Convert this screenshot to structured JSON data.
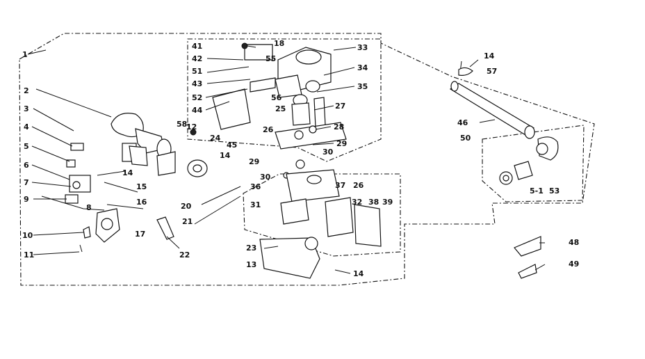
{
  "diagram": {
    "callouts": [
      {
        "id": "c1",
        "text": "1"
      },
      {
        "id": "c2",
        "text": "2"
      },
      {
        "id": "c3",
        "text": "3"
      },
      {
        "id": "c4",
        "text": "4"
      },
      {
        "id": "c5",
        "text": "5"
      },
      {
        "id": "c6",
        "text": "6"
      },
      {
        "id": "c7",
        "text": "7"
      },
      {
        "id": "c8",
        "text": "8"
      },
      {
        "id": "c9",
        "text": "9"
      },
      {
        "id": "c10",
        "text": "10"
      },
      {
        "id": "c11",
        "text": "11"
      },
      {
        "id": "c12",
        "text": "12"
      },
      {
        "id": "c13",
        "text": "13"
      },
      {
        "id": "c14a",
        "text": "14"
      },
      {
        "id": "c14b",
        "text": "14"
      },
      {
        "id": "c14c",
        "text": "14"
      },
      {
        "id": "c14d",
        "text": "14"
      },
      {
        "id": "c15",
        "text": "15"
      },
      {
        "id": "c16",
        "text": "16"
      },
      {
        "id": "c17",
        "text": "17"
      },
      {
        "id": "c18",
        "text": "18"
      },
      {
        "id": "c20",
        "text": "20"
      },
      {
        "id": "c21",
        "text": "21"
      },
      {
        "id": "c22",
        "text": "22"
      },
      {
        "id": "c23",
        "text": "23"
      },
      {
        "id": "c24",
        "text": "24"
      },
      {
        "id": "c25",
        "text": "25"
      },
      {
        "id": "c26a",
        "text": "26"
      },
      {
        "id": "c26b",
        "text": "26"
      },
      {
        "id": "c27",
        "text": "27"
      },
      {
        "id": "c28",
        "text": "28"
      },
      {
        "id": "c29a",
        "text": "29"
      },
      {
        "id": "c29b",
        "text": "29"
      },
      {
        "id": "c30a",
        "text": "30"
      },
      {
        "id": "c30b",
        "text": "30"
      },
      {
        "id": "c31",
        "text": "31"
      },
      {
        "id": "c32",
        "text": "32"
      },
      {
        "id": "c33",
        "text": "33"
      },
      {
        "id": "c34",
        "text": "34"
      },
      {
        "id": "c35",
        "text": "35"
      },
      {
        "id": "c36",
        "text": "36"
      },
      {
        "id": "c37",
        "text": "37"
      },
      {
        "id": "c38",
        "text": "38"
      },
      {
        "id": "c39",
        "text": "39"
      },
      {
        "id": "c41",
        "text": "41"
      },
      {
        "id": "c42",
        "text": "42"
      },
      {
        "id": "c43",
        "text": "43"
      },
      {
        "id": "c44",
        "text": "44"
      },
      {
        "id": "c45",
        "text": "45"
      },
      {
        "id": "c46",
        "text": "46"
      },
      {
        "id": "c48",
        "text": "48"
      },
      {
        "id": "c49",
        "text": "49"
      },
      {
        "id": "c50",
        "text": "50"
      },
      {
        "id": "c51",
        "text": "51"
      },
      {
        "id": "c52",
        "text": "52"
      },
      {
        "id": "c53",
        "text": "53"
      },
      {
        "id": "c54",
        "text": "5-1"
      },
      {
        "id": "c55",
        "text": "55"
      },
      {
        "id": "c56",
        "text": "56"
      },
      {
        "id": "c57",
        "text": "57"
      },
      {
        "id": "c58",
        "text": "58"
      }
    ]
  }
}
